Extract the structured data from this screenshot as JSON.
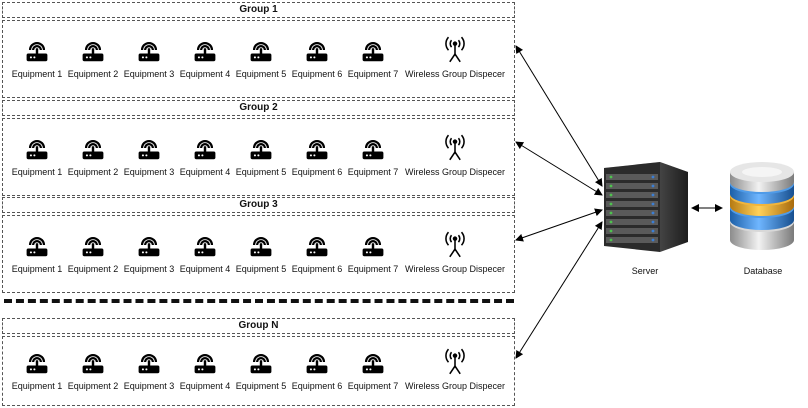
{
  "groups": [
    {
      "title": "Group 1",
      "equipment": [
        "Equipment 1",
        "Equipment 2",
        "Equipment 3",
        "Equipment 4",
        "Equipment 5",
        "Equipment 6",
        "Equipment 7"
      ],
      "dispatcher": "Wireless Group Dispecer"
    },
    {
      "title": "Group 2",
      "equipment": [
        "Equipment 1",
        "Equipment 2",
        "Equipment 3",
        "Equipment 4",
        "Equipment 5",
        "Equipment 6",
        "Equipment 7"
      ],
      "dispatcher": "Wireless Group Dispecer"
    },
    {
      "title": "Group 3",
      "equipment": [
        "Equipment 1",
        "Equipment 2",
        "Equipment 3",
        "Equipment 4",
        "Equipment 5",
        "Equipment 6",
        "Equipment 7"
      ],
      "dispatcher": "Wireless Group Dispecer"
    },
    {
      "title": "Group N",
      "equipment": [
        "Equipment 1",
        "Equipment 2",
        "Equipment 3",
        "Equipment 4",
        "Equipment 5",
        "Equipment 6",
        "Equipment 7"
      ],
      "dispatcher": "Wireless Group Dispecer"
    }
  ],
  "server": {
    "label": "Server",
    "icon": "server-rack-icon"
  },
  "database": {
    "label": "Database",
    "icon": "database-icon"
  },
  "equipment_icon": "wireless-router-icon",
  "dispatcher_icon": "antenna-tower-icon"
}
